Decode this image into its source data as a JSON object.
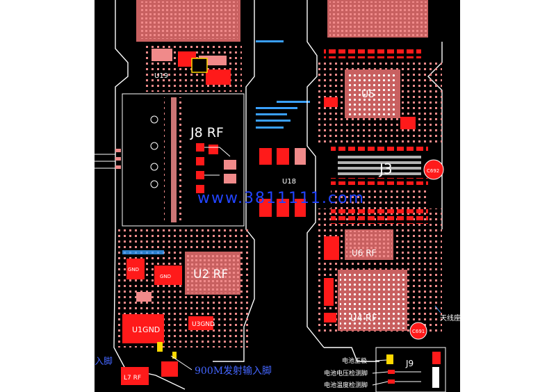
{
  "labels": {
    "j8": "J8  RF",
    "j3": "J3",
    "u18": "U18",
    "u5": "U5",
    "u6": "U6  RF",
    "u4": "U4  RF",
    "u2": "U2  RF",
    "u1gnd": "U1GND",
    "u3gnd": "U3GND",
    "gnd_a": "GND",
    "gnd_b": "GND",
    "j9": "J9",
    "l7": "L7  RF",
    "u19": "U19",
    "c692": "C692",
    "c691": "C691",
    "watermark": "www.3811111.com",
    "ann_battery_pos": "电池正极",
    "ann_battery_voltage": "电池电压检测脚",
    "ann_battery_temp": "电池温度检测脚",
    "ann_900m": "900M发射输入脚",
    "ann_antenna": "天线座",
    "ann_input": "入脚"
  },
  "colors": {
    "board": "#000000",
    "pad": "#f08a8a",
    "pad_red": "#ff1a1a",
    "trace": "#ffffff",
    "watermark": "#2244ff",
    "annotation": "#ffffff",
    "blue": "#3aa0ff"
  }
}
